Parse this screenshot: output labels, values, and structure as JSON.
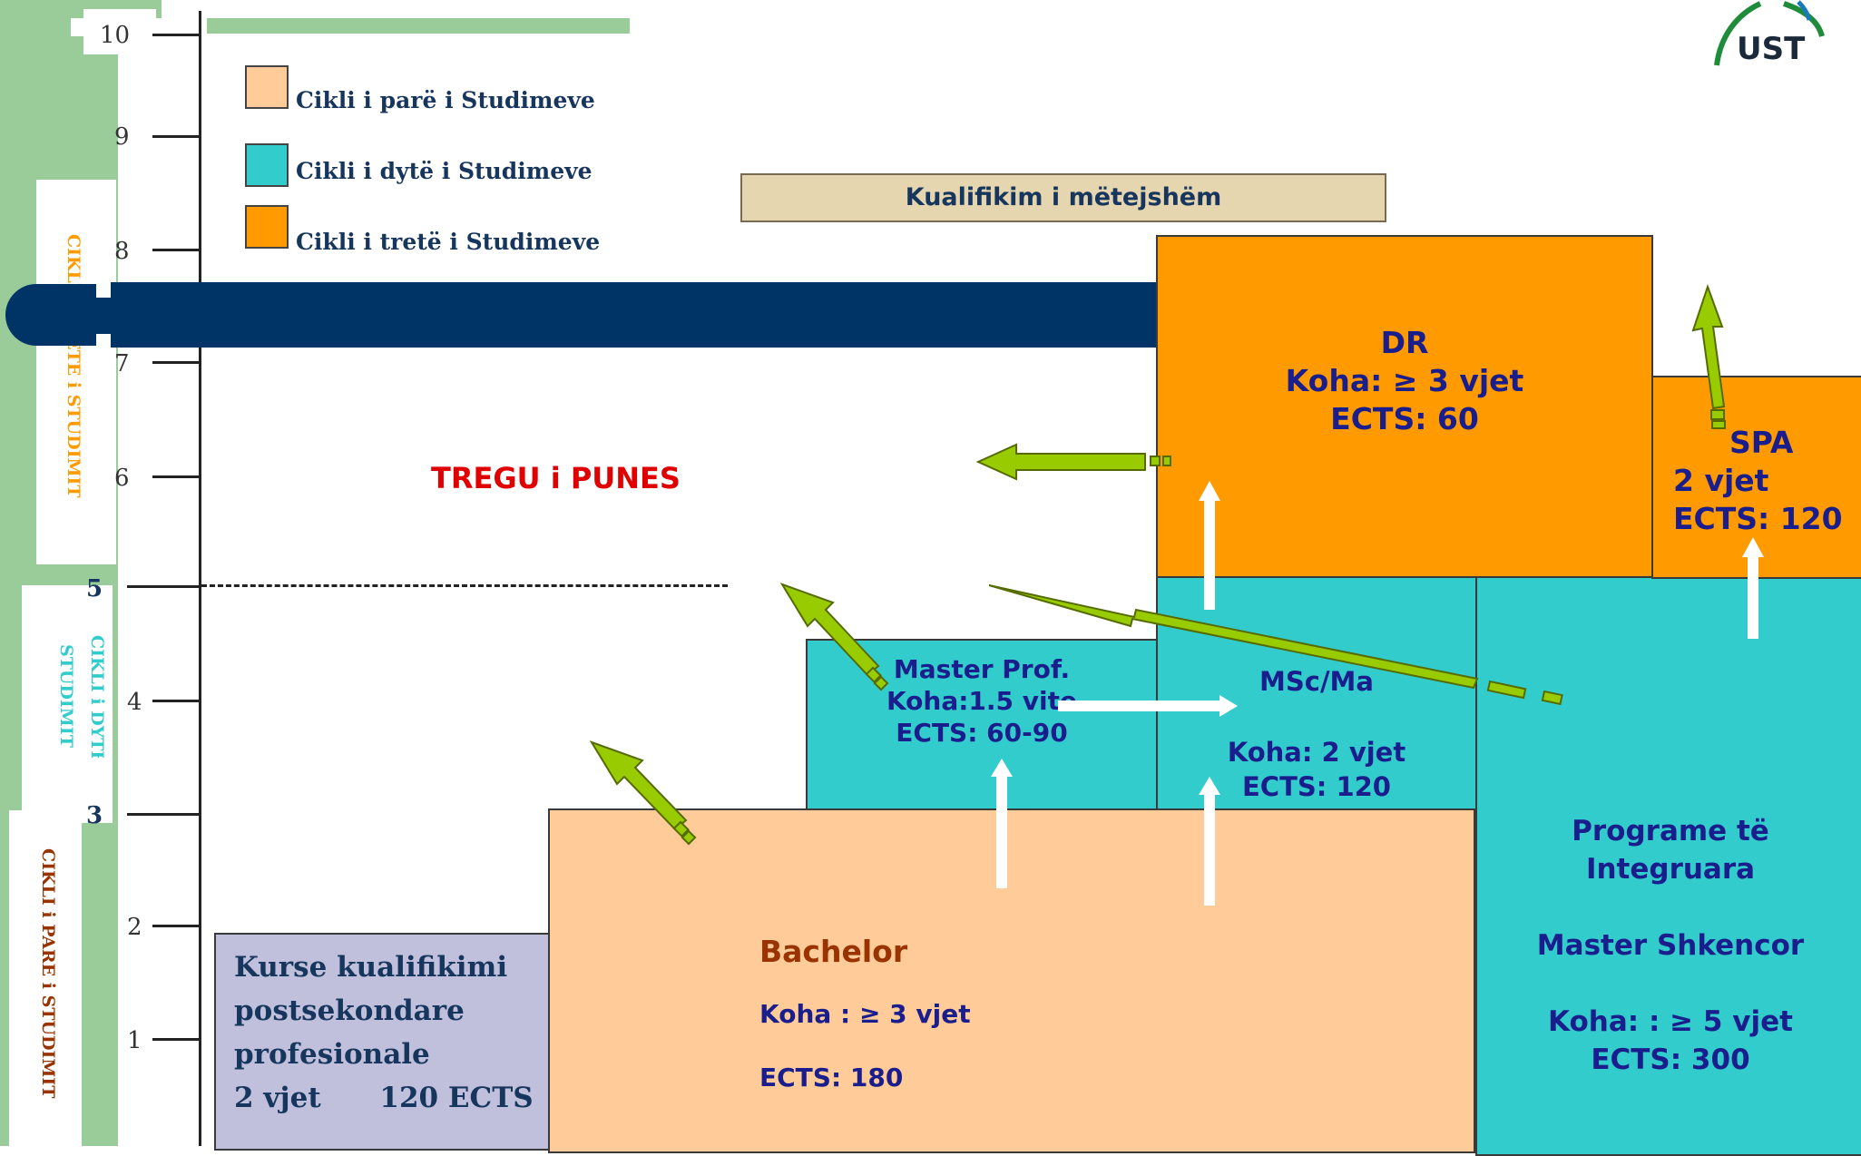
{
  "colors": {
    "cycle1": "#fecb99",
    "cycle2": "#33cccc",
    "cycle3": "#ff9a00",
    "green_band": "#99cc99",
    "navy_bar": "#003366",
    "arrow_green": "#99cc00",
    "purple_box": "#c0c0dc",
    "text_navy": "#1a1e8c",
    "text_red": "#e00000",
    "text_brown": "#993300"
  },
  "logo": {
    "text": "UST"
  },
  "axis": {
    "ticks": [
      "1",
      "2",
      "3",
      "4",
      "5",
      "6",
      "7",
      "8",
      "9",
      "10"
    ]
  },
  "side_labels": {
    "cycle3": "CIKLI i TRETE i STUDIMIT",
    "cycle2_line1": "CIKLI i DYTE i",
    "cycle2_line2": "STUDIMIT",
    "cycle1": "CIKLI i PARE i STUDIMIT"
  },
  "legend": [
    {
      "label": "Cikli i parë i Studimeve",
      "color": "#fecb99"
    },
    {
      "label": "Cikli i dytë i Studimeve",
      "color": "#33cccc"
    },
    {
      "label": "Cikli i tretë i Studimeve",
      "color": "#ff9a00"
    }
  ],
  "further_qualification": "Kualifikim i mëtejshëm",
  "labour_market": "TREGU i PUNES",
  "boxes": {
    "vocational": {
      "lines": [
        "Kurse kualifikimi",
        "postsekondare",
        "profesionale",
        "2 vjet      120 ECTS"
      ]
    },
    "bachelor": {
      "title": "Bachelor",
      "duration": "Koha : ≥ 3 vjet",
      "ects": "ECTS: 180"
    },
    "master_prof": {
      "title": "Master Prof.",
      "duration": "Koha:1.5 vite",
      "ects": "ECTS: 60-90"
    },
    "msc": {
      "title": "MSc/Ma",
      "duration": "Koha: 2 vjet",
      "ects": "ECTS: 120"
    },
    "integrated": {
      "title1": "Programe të",
      "title2": "Integruara",
      "subtitle": "Master Shkencor",
      "duration": "Koha: : ≥ 5 vjet",
      "ects": "ECTS: 300"
    },
    "dr": {
      "title": "DR",
      "duration": "Koha: ≥ 3 vjet",
      "ects": "ECTS: 60"
    },
    "spa": {
      "title": "SPA",
      "duration": "2 vjet",
      "ects": "ECTS: 120"
    }
  }
}
